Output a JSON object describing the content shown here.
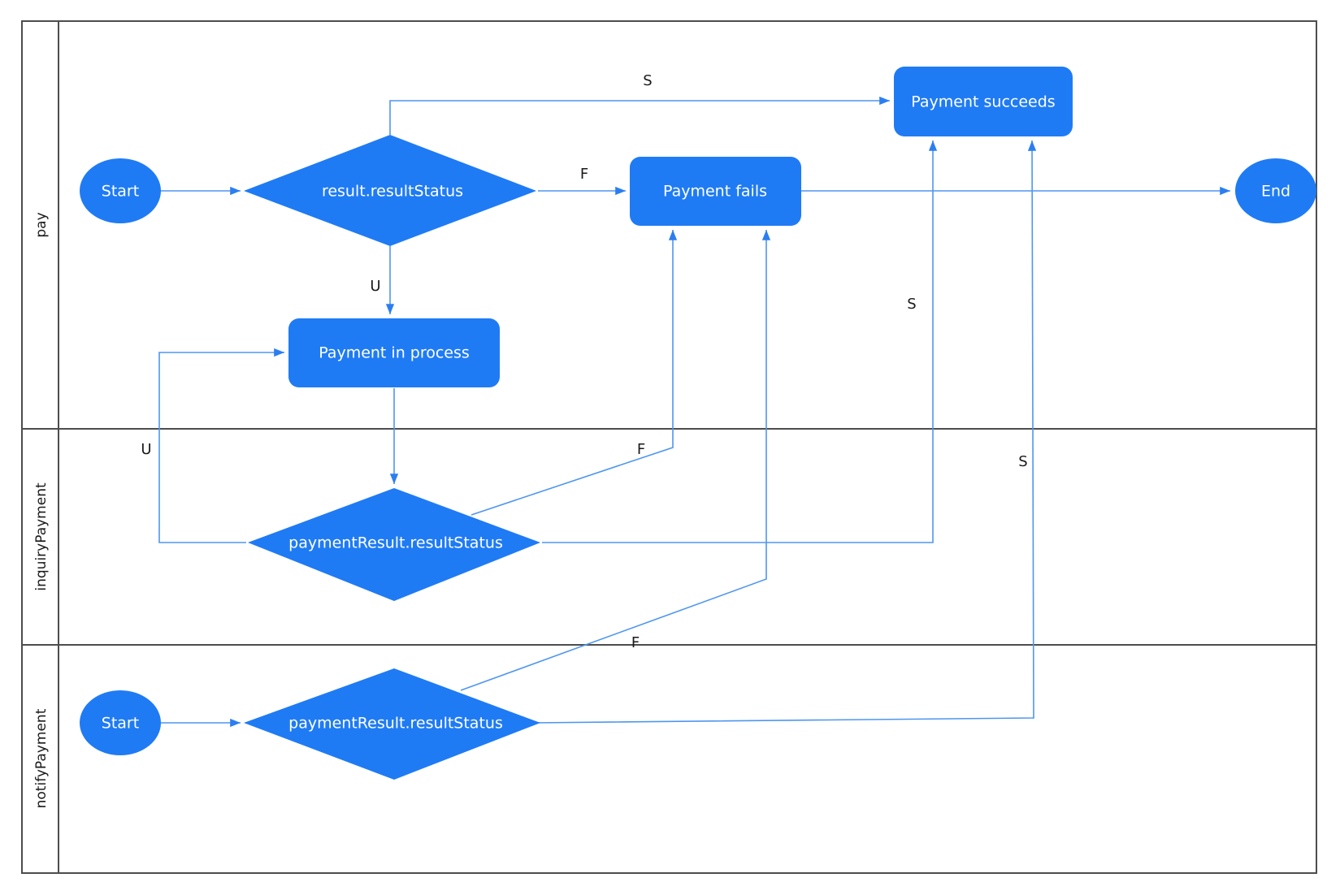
{
  "diagram": {
    "type": "swimlane-flowchart",
    "background_color": "#ffffff",
    "node_fill_color": "#1f7bf4",
    "node_text_color": "#ffffff",
    "edge_color": "#4e96f0",
    "lane_border_color": "#4d4d4d"
  },
  "lanes": [
    {
      "id": "pay",
      "title": "pay"
    },
    {
      "id": "inquiryPayment",
      "title": "inquiryPayment"
    },
    {
      "id": "notifyPayment",
      "title": "notifyPayment"
    }
  ],
  "nodes": {
    "pay_start": {
      "label": "Start",
      "shape": "ellipse",
      "lane": "pay"
    },
    "pay_decision": {
      "label": "result.resultStatus",
      "shape": "diamond",
      "lane": "pay"
    },
    "payment_fails": {
      "label": "Payment fails",
      "shape": "rounded-rect",
      "lane": "pay"
    },
    "payment_succeeds": {
      "label": "Payment succeeds",
      "shape": "rounded-rect",
      "lane": "pay"
    },
    "payment_in_process": {
      "label": "Payment in process",
      "shape": "rounded-rect",
      "lane": "pay"
    },
    "pay_end": {
      "label": "End",
      "shape": "ellipse",
      "lane": "pay"
    },
    "inquiry_decision": {
      "label": "paymentResult.resultStatus",
      "shape": "diamond",
      "lane": "inquiryPayment"
    },
    "notify_start": {
      "label": "Start",
      "shape": "ellipse",
      "lane": "notifyPayment"
    },
    "notify_decision": {
      "label": "paymentResult.resultStatus",
      "shape": "diamond",
      "lane": "notifyPayment"
    }
  },
  "edges": [
    {
      "id": "e1",
      "from": "pay_start",
      "to": "pay_decision",
      "label": ""
    },
    {
      "id": "e2",
      "from": "pay_decision",
      "to": "payment_succeeds",
      "label": "S"
    },
    {
      "id": "e3",
      "from": "pay_decision",
      "to": "payment_fails",
      "label": "F"
    },
    {
      "id": "e4",
      "from": "pay_decision",
      "to": "payment_in_process",
      "label": "U"
    },
    {
      "id": "e5",
      "from": "payment_fails",
      "to": "pay_end",
      "label": ""
    },
    {
      "id": "e6",
      "from": "payment_in_process",
      "to": "inquiry_decision",
      "label": ""
    },
    {
      "id": "e7",
      "from": "inquiry_decision",
      "to": "payment_in_process",
      "label": "U"
    },
    {
      "id": "e8",
      "from": "inquiry_decision",
      "to": "payment_fails",
      "label": "F"
    },
    {
      "id": "e9",
      "from": "inquiry_decision",
      "to": "payment_succeeds",
      "label": "S"
    },
    {
      "id": "e10",
      "from": "notify_start",
      "to": "notify_decision",
      "label": ""
    },
    {
      "id": "e11",
      "from": "notify_decision",
      "to": "payment_fails",
      "label": "F"
    },
    {
      "id": "e12",
      "from": "notify_decision",
      "to": "payment_succeeds",
      "label": "S"
    }
  ],
  "edge_labels": {
    "s_top": "S",
    "f_pay": "F",
    "u_pay": "U",
    "u_inquiry": "U",
    "f_inquiry": "F",
    "s_inquiry": "S",
    "f_notify": "F",
    "s_notify": "S"
  }
}
